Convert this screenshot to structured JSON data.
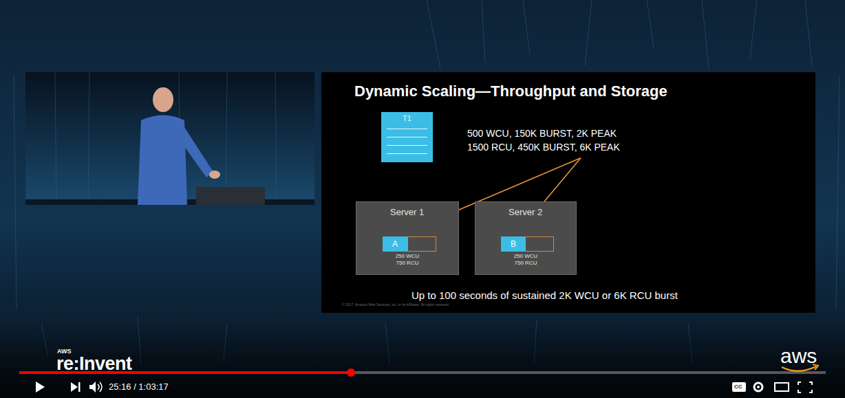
{
  "diagram": {
    "title": "Dynamic Scaling—Throughput and Storage",
    "nodes": [
      {
        "text": [
          "T1"
        ]
      },
      {
        "text": [
          "500 WCU, 150K BURST, 2K PEAK",
          "1500 RCU, 450K BURST, 6K PEAK"
        ]
      },
      {
        "text": [
          "Server 1",
          "250 WCU 750 RCU"
        ]
      },
      {
        "text": [
          "A"
        ],
        "in": 2
      },
      {
        "text": [
          "Server 2",
          "250 WCU 750 RCU"
        ]
      },
      {
        "text": [
          "B"
        ],
        "in": 4
      }
    ],
    "edges": [
      {
        "from": 1,
        "to": 3,
        "arrow": "to"
      },
      {
        "from": 1,
        "to": 5,
        "arrow": "to"
      }
    ],
    "labels": [
      "Up to 100 seconds of sustained 2K WCU or 6K RCU burst",
      "© 2017, Amazon Web Services, Inc. or its Affiliates. All rights reserved.",
      "AWS",
      "re:Invent",
      "25:16 / 1:03:17",
      "aws",
      "CC"
    ]
  }
}
